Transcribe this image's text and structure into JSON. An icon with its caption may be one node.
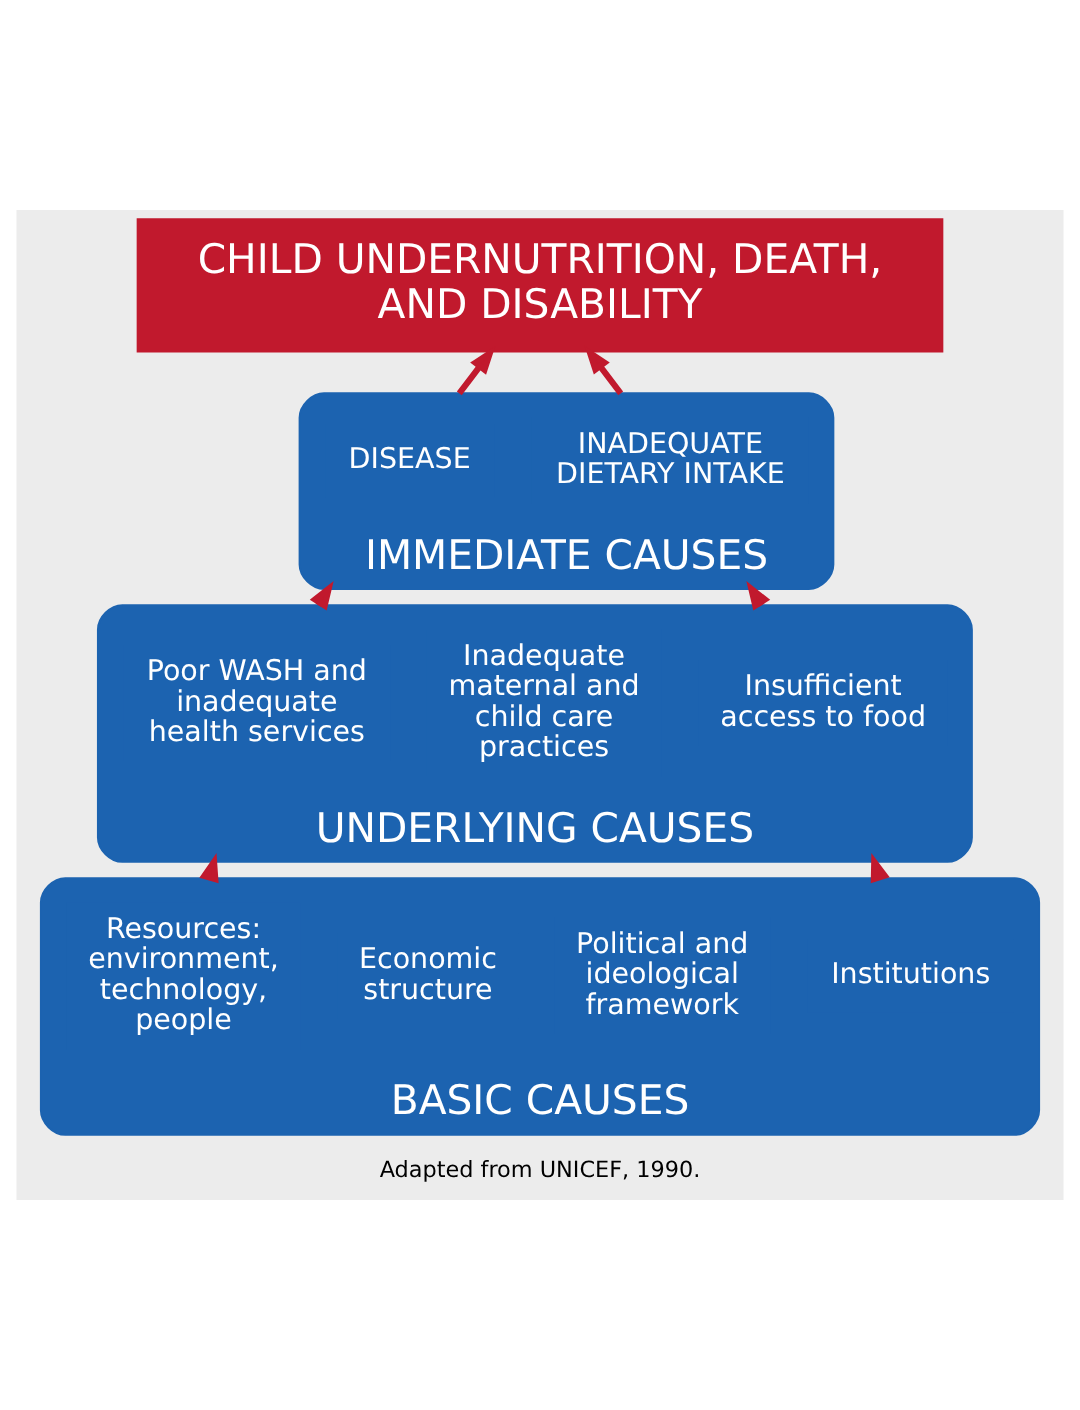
{
  "diagram": {
    "caption": "Adapted from UNICEF, 1990.",
    "nodes": [
      {
        "text": [
          "CHILD UNDERNUTRITION, DEATH, AND DISABILITY"
        ]
      },
      {
        "text": [
          "IMMEDIATE CAUSES"
        ]
      },
      {
        "text": [
          "INADEQUATE DIETARY INTAKE"
        ],
        "in": 1
      },
      {
        "text": [
          "DISEASE"
        ],
        "in": 1
      },
      {
        "text": [
          "UNDERLYING CAUSES"
        ]
      },
      {
        "text": [
          "Insufficient access to food"
        ],
        "in": 4
      },
      {
        "text": [
          "Inadequate maternal and child care practices"
        ],
        "in": 4
      },
      {
        "text": [
          "Poor WASH and inadequate health services"
        ],
        "in": 4
      },
      {
        "text": [
          "BASIC CAUSES"
        ]
      },
      {
        "text": [
          "Institutions"
        ],
        "in": 8
      },
      {
        "text": [
          "Political and ideological framework"
        ],
        "in": 8
      },
      {
        "text": [
          "Economic structure"
        ],
        "in": 8
      },
      {
        "text": [
          "Resources: environment, technology, people"
        ],
        "in": 8
      }
    ],
    "edges": [
      {
        "from": 8,
        "to": 4,
        "arrow": "to"
      },
      {
        "from": 8,
        "to": 4,
        "arrow": "to"
      },
      {
        "from": 4,
        "to": 1,
        "arrow": "to"
      },
      {
        "from": 4,
        "to": 1,
        "arrow": "to"
      },
      {
        "from": 1,
        "to": 0,
        "arrow": "to"
      },
      {
        "from": 1,
        "to": 0,
        "arrow": "to"
      }
    ]
  }
}
